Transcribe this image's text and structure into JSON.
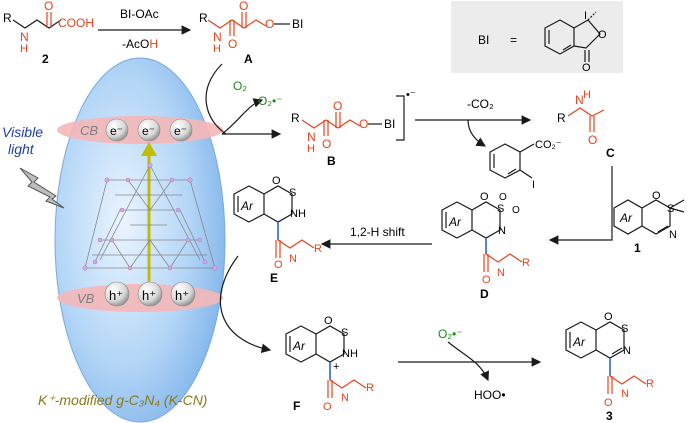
{
  "colors": {
    "red": "#e8431c",
    "black": "#1a1a1a",
    "green": "#1a8a1a",
    "blue_text": "#1f3fa0",
    "olive": "#8a7a1a",
    "ellipse": "#a9cff5",
    "band": "#f6b9b9",
    "arrow": "#c8c000"
  },
  "reaction_top": {
    "reagent_above": "BI-OAc",
    "byproduct_below_prefix": "-AcO",
    "byproduct_below_suffix": "H",
    "compound_2_label": "2",
    "compound_A_label": "A",
    "oh_label": "COOH",
    "bi_label": "BI"
  },
  "bi_definition": {
    "lhs": "BI",
    "equals": "="
  },
  "photocatalyst": {
    "cb": "CB",
    "vb": "VB",
    "electron": "e⁻",
    "hole": "h⁺",
    "visible_light": [
      "Visible",
      "light"
    ],
    "caption": "K⁺-modified g-C₃N₄ (K-CN)"
  },
  "o2": {
    "o2": "O₂",
    "superoxide": "O₂•⁻"
  },
  "radical_B": {
    "label": "B",
    "bi": "BI",
    "charge": "•⁻"
  },
  "co2_loss": {
    "text": "-CO₂",
    "carboxylate": "CO₂⁻",
    "iodine": "I"
  },
  "radical_C": {
    "label": "C"
  },
  "compound_1": {
    "label": "1",
    "ar": "Ar"
  },
  "hshift": {
    "text": "1,2-H shift"
  },
  "labels": {
    "D": "D",
    "E": "E",
    "F": "F",
    "P3": "3",
    "Ar": "Ar",
    "NH": "NH",
    "N": "N",
    "O": "O",
    "S": "S",
    "R": "R",
    "H": "H"
  },
  "bottom": {
    "superoxide": "O₂•⁻",
    "hoo": "HOO•"
  }
}
